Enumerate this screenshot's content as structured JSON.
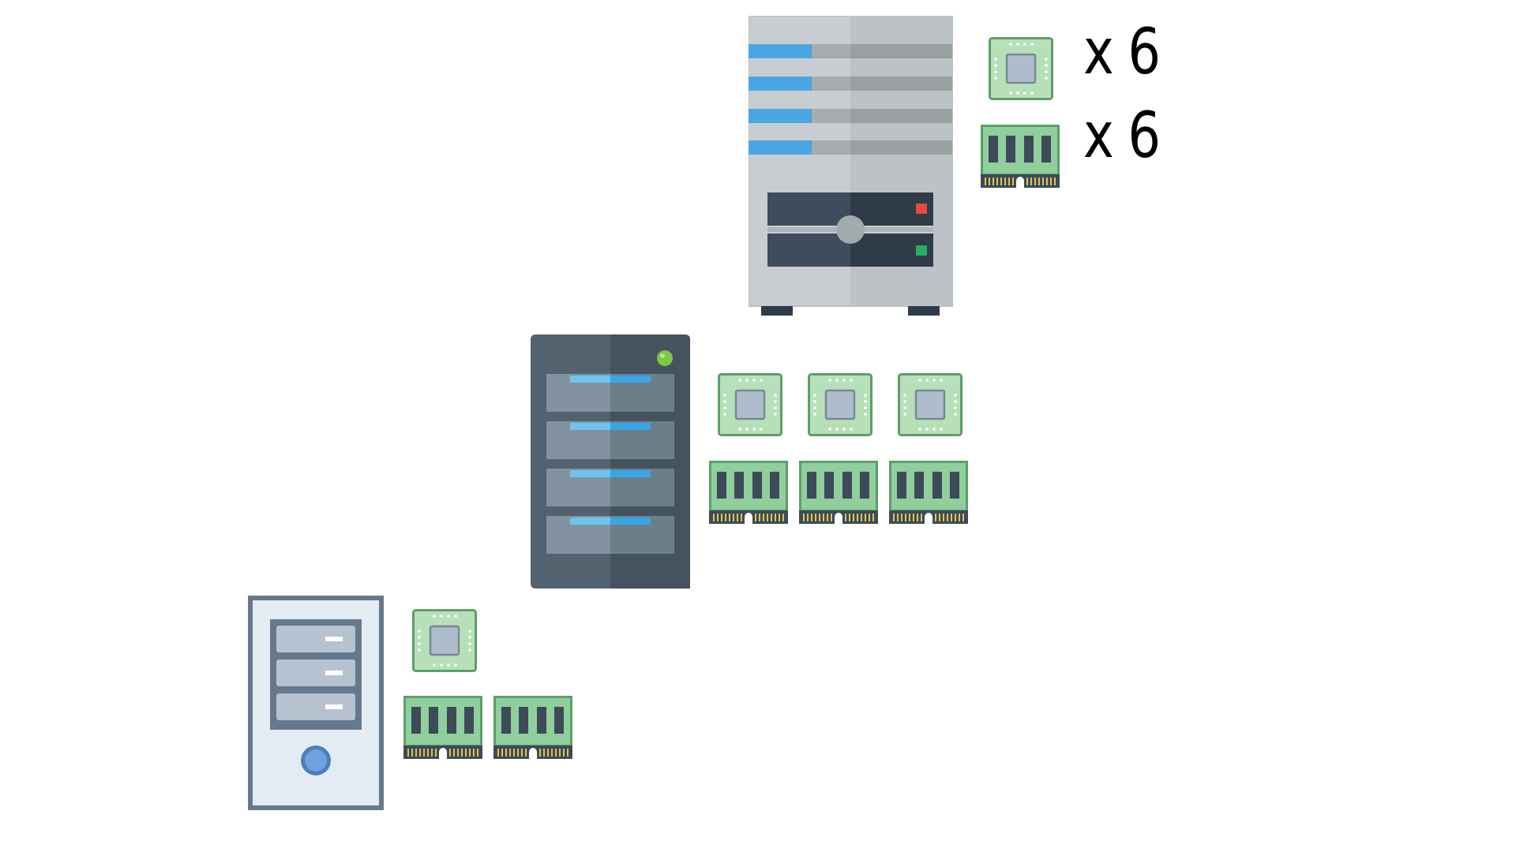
{
  "tiers": [
    {
      "id": "small",
      "machine": "desktop-tower",
      "cpu_count": 1,
      "ram_count": 2
    },
    {
      "id": "medium",
      "machine": "server-tower",
      "cpu_count": 3,
      "ram_count": 3
    },
    {
      "id": "large",
      "machine": "large-server",
      "cpu_count": 1,
      "ram_count": 1,
      "cpu_multiplier_label": "x 6",
      "ram_multiplier_label": "x 6"
    }
  ],
  "colors": {
    "chip_board": "#b7e0b9",
    "chip_border": "#5e9e6a",
    "chip_die": "#aebdcc",
    "ram_board": "#8fcf9b",
    "ram_chip": "#3c4a59",
    "accent_blue": "#4aa6e0",
    "status_red": "#e74c3c",
    "status_green": "#27ae60",
    "power_led": "#7ac943"
  },
  "icons": {
    "cpu": "cpu-chip-icon",
    "ram": "ram-module-icon"
  }
}
